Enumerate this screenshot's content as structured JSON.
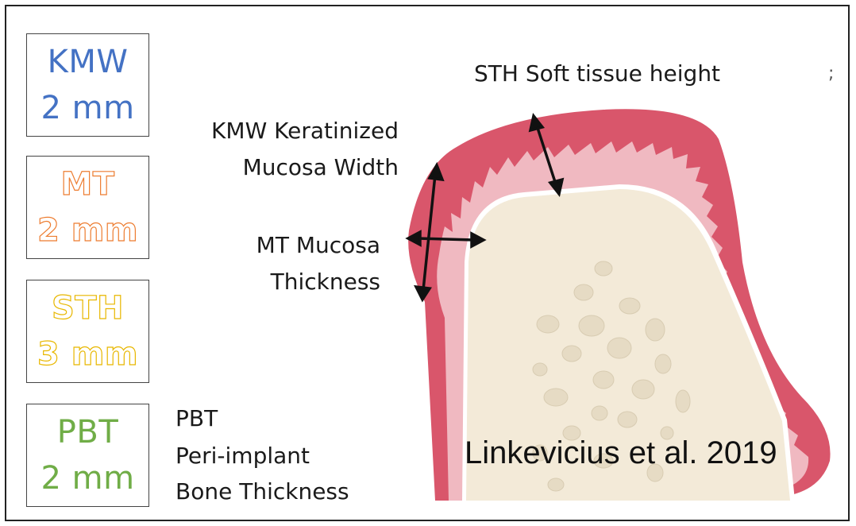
{
  "measures": [
    {
      "abbr": "KMW",
      "value": "2 mm",
      "color": "#4472c4"
    },
    {
      "abbr": "MT",
      "value": "2 mm",
      "color": "#ed7d31"
    },
    {
      "abbr": "STH",
      "value": "3 mm",
      "color": "#e8b700"
    },
    {
      "abbr": "PBT",
      "value": "2 mm",
      "color": "#70ad47"
    }
  ],
  "labels": {
    "sth": "STH Soft tissue height",
    "kmw_line1": "KMW Keratinized",
    "kmw_line2": "Mucosa Width",
    "mt_line1": "MT Mucosa",
    "mt_line2": "Thickness",
    "pbt_line1": "PBT",
    "pbt_line2": "Peri-implant",
    "pbt_line3": "Bone Thickness"
  },
  "citation": "Linkevicius et al. 2019",
  "stray_mark": ";"
}
